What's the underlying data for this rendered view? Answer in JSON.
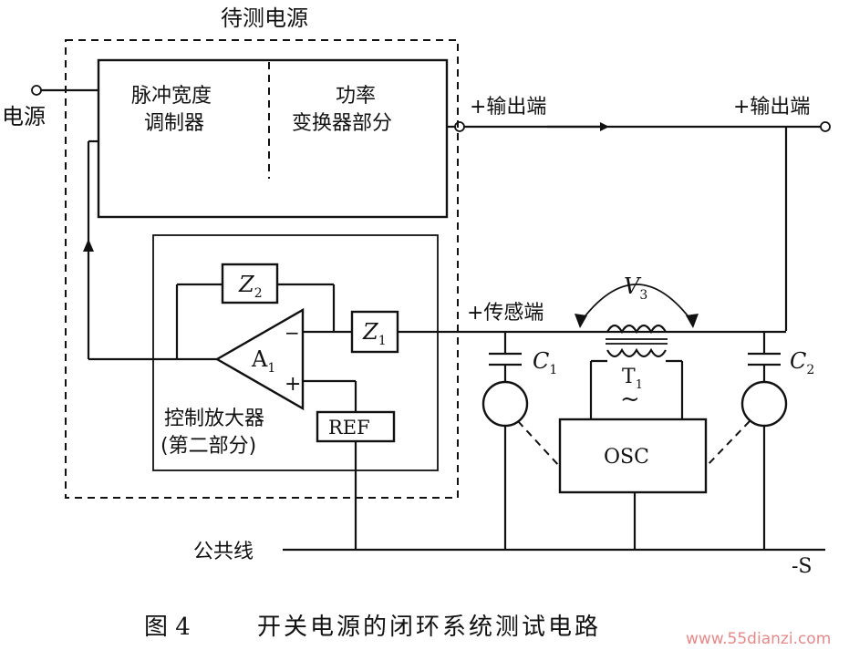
{
  "labels": {
    "dut_title": "待测电源",
    "power_in": "电源",
    "pwm_line1": "脉冲宽度",
    "pwm_line2": "调制器",
    "conv_line1": "功率",
    "conv_line2": "变换器部分",
    "output_1": "+输出端",
    "output_2": "+输出端",
    "sense": "+传感端",
    "z2": "Z",
    "z2_sub": "2",
    "z1": "Z",
    "z1_sub": "1",
    "amp": "A",
    "amp_sub": "1",
    "minus": "−",
    "plus": "+",
    "ref": "REF",
    "amp_name_line1": "控制放大器",
    "amp_name_line2": "(第二部分)",
    "v3": "V",
    "v3_sub": "3",
    "c1": "C",
    "c1_sub": "1",
    "c2": "C",
    "c2_sub": "2",
    "t1": "T",
    "t1_sub": "1",
    "t1_wave": "~",
    "osc": "OSC",
    "common": "公共线",
    "minus_s": "-S",
    "caption_number": "图 4",
    "caption_text": "开关电源的闭环系统测试电路",
    "watermark": "www.55dianzi.com"
  }
}
